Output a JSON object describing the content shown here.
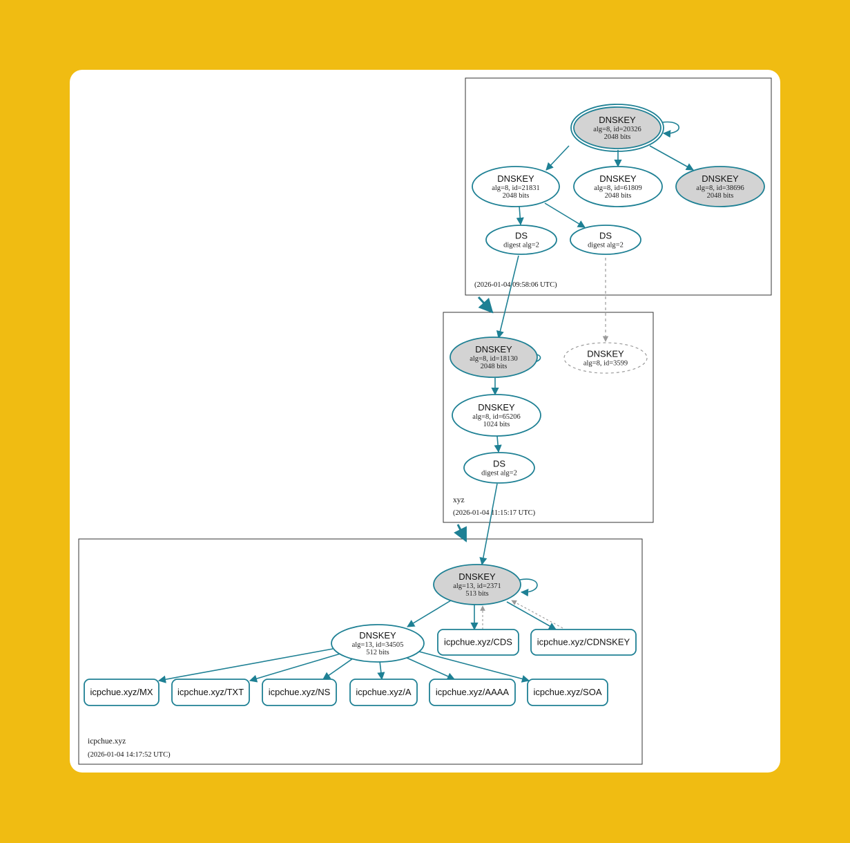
{
  "colors": {
    "background": "#F0BC12",
    "card": "#FFFFFF",
    "edge": "#1E8094",
    "node_fill_ksk": "#D3D3D3",
    "node_fill": "#FFFFFF",
    "dashed": "#9A9A9A",
    "zone_border": "#333333"
  },
  "zones": [
    {
      "id": "root",
      "name": "",
      "timestamp": "(2026-01-04 09:58:06 UTC)"
    },
    {
      "id": "xyz",
      "name": "xyz",
      "timestamp": "(2026-01-04 11:15:17 UTC)"
    },
    {
      "id": "icpchue",
      "name": "icpchue.xyz",
      "timestamp": "(2026-01-04 14:17:52 UTC)"
    }
  ],
  "nodes": [
    {
      "id": "r_ksk",
      "title": "DNSKEY",
      "lines": [
        "alg=8, id=20326",
        "2048 bits"
      ],
      "style": "ksk"
    },
    {
      "id": "r_zsk1",
      "title": "DNSKEY",
      "lines": [
        "alg=8, id=21831",
        "2048 bits"
      ],
      "style": "plain"
    },
    {
      "id": "r_zsk2",
      "title": "DNSKEY",
      "lines": [
        "alg=8, id=61809",
        "2048 bits"
      ],
      "style": "plain"
    },
    {
      "id": "r_zsk3",
      "title": "DNSKEY",
      "lines": [
        "alg=8, id=38696",
        "2048 bits"
      ],
      "style": "grey"
    },
    {
      "id": "r_ds1",
      "title": "DS",
      "lines": [
        "digest alg=2"
      ],
      "style": "plain"
    },
    {
      "id": "r_ds2",
      "title": "DS",
      "lines": [
        "digest alg=2"
      ],
      "style": "plain"
    },
    {
      "id": "x_ksk",
      "title": "DNSKEY",
      "lines": [
        "alg=8, id=18130",
        "2048 bits"
      ],
      "style": "grey"
    },
    {
      "id": "x_missing",
      "title": "DNSKEY",
      "lines": [
        "alg=8, id=3599"
      ],
      "style": "dashed"
    },
    {
      "id": "x_zsk",
      "title": "DNSKEY",
      "lines": [
        "alg=8, id=65206",
        "1024 bits"
      ],
      "style": "plain"
    },
    {
      "id": "x_ds",
      "title": "DS",
      "lines": [
        "digest alg=2"
      ],
      "style": "plain"
    },
    {
      "id": "i_ksk",
      "title": "DNSKEY",
      "lines": [
        "alg=13, id=2371",
        "513 bits"
      ],
      "style": "grey"
    },
    {
      "id": "i_zsk",
      "title": "DNSKEY",
      "lines": [
        "alg=13, id=34505",
        "512 bits"
      ],
      "style": "plain"
    }
  ],
  "records": [
    {
      "id": "rr_cds",
      "label": "icpchue.xyz/CDS"
    },
    {
      "id": "rr_cdnskey",
      "label": "icpchue.xyz/CDNSKEY"
    },
    {
      "id": "rr_mx",
      "label": "icpchue.xyz/MX"
    },
    {
      "id": "rr_txt",
      "label": "icpchue.xyz/TXT"
    },
    {
      "id": "rr_ns",
      "label": "icpchue.xyz/NS"
    },
    {
      "id": "rr_a",
      "label": "icpchue.xyz/A"
    },
    {
      "id": "rr_aaaa",
      "label": "icpchue.xyz/AAAA"
    },
    {
      "id": "rr_soa",
      "label": "icpchue.xyz/SOA"
    }
  ]
}
